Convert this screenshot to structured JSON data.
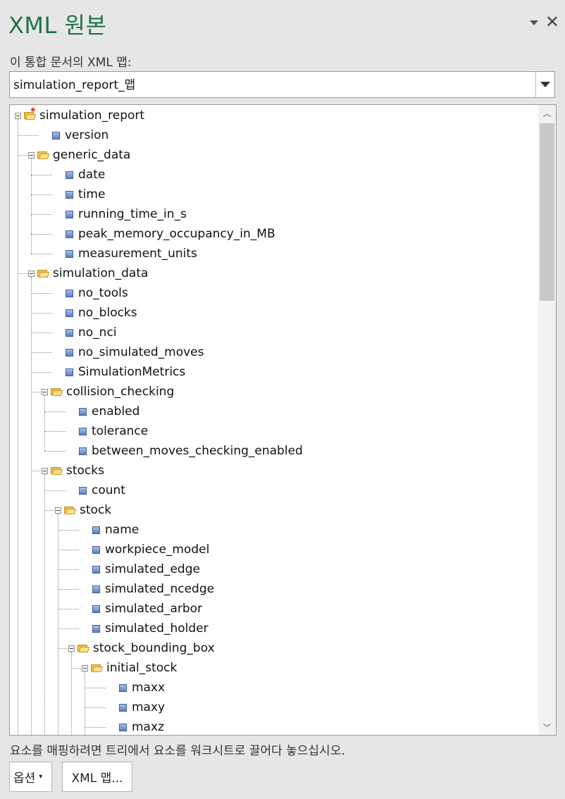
{
  "pane": {
    "title": "XML 원본",
    "map_label": "이 통합 문서의 XML 맵:",
    "selected_map": "simulation_report_맵",
    "hint": "요소를 매핑하려면 트리에서 요소를 워크시트로 끌어다 놓으십시오.",
    "options_label": "옵션",
    "xml_maps_label": "XML 맵..."
  },
  "tree": [
    {
      "label": "simulation_report",
      "depth": 0,
      "type": "root"
    },
    {
      "label": "version",
      "depth": 1,
      "type": "leaf"
    },
    {
      "label": "generic_data",
      "depth": 1,
      "type": "folder"
    },
    {
      "label": "date",
      "depth": 2,
      "type": "leaf"
    },
    {
      "label": "time",
      "depth": 2,
      "type": "leaf"
    },
    {
      "label": "running_time_in_s",
      "depth": 2,
      "type": "leaf"
    },
    {
      "label": "peak_memory_occupancy_in_MB",
      "depth": 2,
      "type": "leaf"
    },
    {
      "label": "measurement_units",
      "depth": 2,
      "type": "leaf"
    },
    {
      "label": "simulation_data",
      "depth": 1,
      "type": "folder"
    },
    {
      "label": "no_tools",
      "depth": 2,
      "type": "leaf"
    },
    {
      "label": "no_blocks",
      "depth": 2,
      "type": "leaf"
    },
    {
      "label": "no_nci",
      "depth": 2,
      "type": "leaf"
    },
    {
      "label": "no_simulated_moves",
      "depth": 2,
      "type": "leaf"
    },
    {
      "label": "SimulationMetrics",
      "depth": 2,
      "type": "leaf"
    },
    {
      "label": "collision_checking",
      "depth": 2,
      "type": "folder"
    },
    {
      "label": "enabled",
      "depth": 3,
      "type": "leaf"
    },
    {
      "label": "tolerance",
      "depth": 3,
      "type": "leaf"
    },
    {
      "label": "between_moves_checking_enabled",
      "depth": 3,
      "type": "leaf"
    },
    {
      "label": "stocks",
      "depth": 2,
      "type": "folder"
    },
    {
      "label": "count",
      "depth": 3,
      "type": "leaf"
    },
    {
      "label": "stock",
      "depth": 3,
      "type": "folder"
    },
    {
      "label": "name",
      "depth": 4,
      "type": "leaf"
    },
    {
      "label": "workpiece_model",
      "depth": 4,
      "type": "leaf"
    },
    {
      "label": "simulated_edge",
      "depth": 4,
      "type": "leaf"
    },
    {
      "label": "simulated_ncedge",
      "depth": 4,
      "type": "leaf"
    },
    {
      "label": "simulated_arbor",
      "depth": 4,
      "type": "leaf"
    },
    {
      "label": "simulated_holder",
      "depth": 4,
      "type": "leaf"
    },
    {
      "label": "stock_bounding_box",
      "depth": 4,
      "type": "folder"
    },
    {
      "label": "initial_stock",
      "depth": 5,
      "type": "folder"
    },
    {
      "label": "maxx",
      "depth": 6,
      "type": "leaf"
    },
    {
      "label": "maxy",
      "depth": 6,
      "type": "leaf"
    },
    {
      "label": "maxz",
      "depth": 6,
      "type": "leaf"
    }
  ]
}
